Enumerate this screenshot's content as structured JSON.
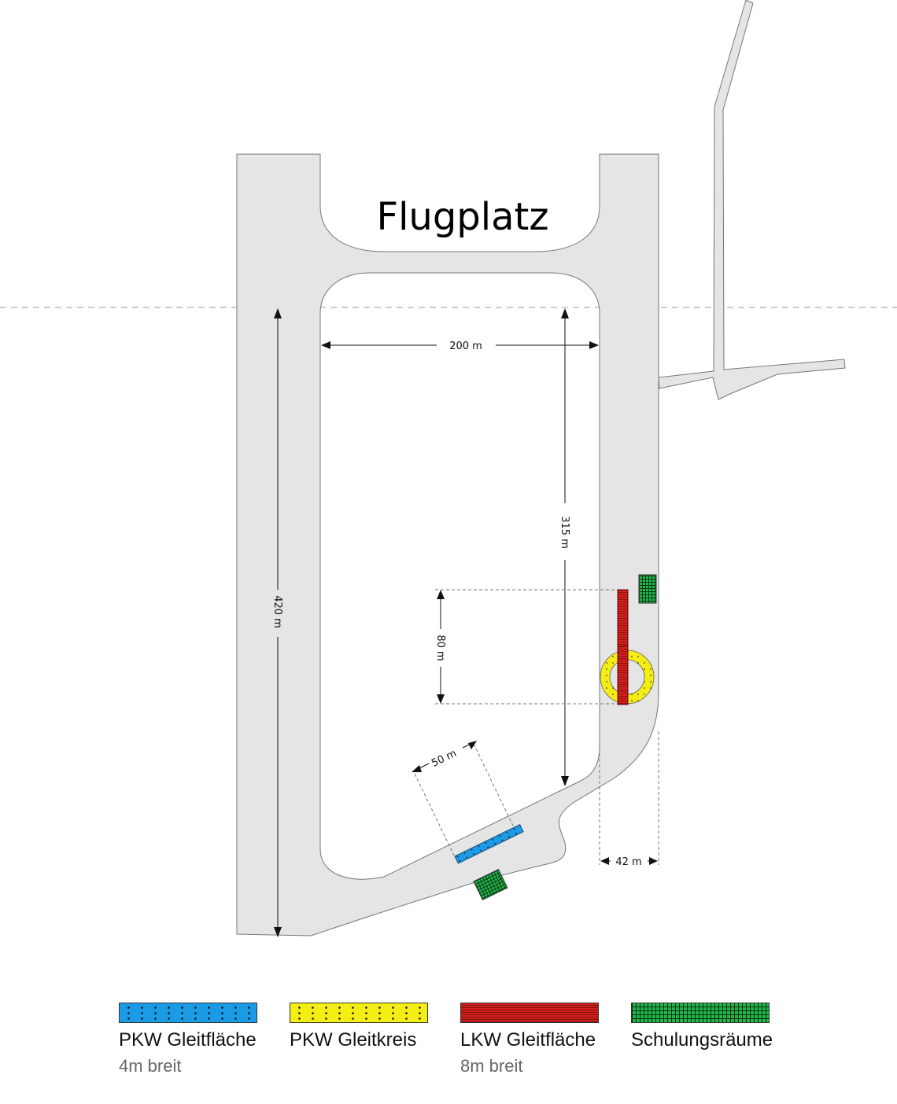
{
  "title": "Flugplatz",
  "dimensions": {
    "width_inner": "200 m",
    "length_right": "315 m",
    "length_left": "420 m",
    "segment": "80 m",
    "diagonal": "50 m",
    "width_strip": "42 m"
  },
  "legend": [
    {
      "label": "PKW Gleitfläche",
      "sub": "4m breit",
      "color": "#1b9be6",
      "icon": "blue-dotted-pattern"
    },
    {
      "label": "PKW Gleitkreis",
      "sub": "",
      "color": "#f5ee14",
      "icon": "yellow-dotted-pattern"
    },
    {
      "label": "LKW Gleitfläche",
      "sub": "8m breit",
      "color": "#d6201c",
      "icon": "red-striped-pattern"
    },
    {
      "label": "Schulungsräume",
      "sub": "",
      "color": "#1fb84a",
      "icon": "green-grid-pattern"
    }
  ]
}
